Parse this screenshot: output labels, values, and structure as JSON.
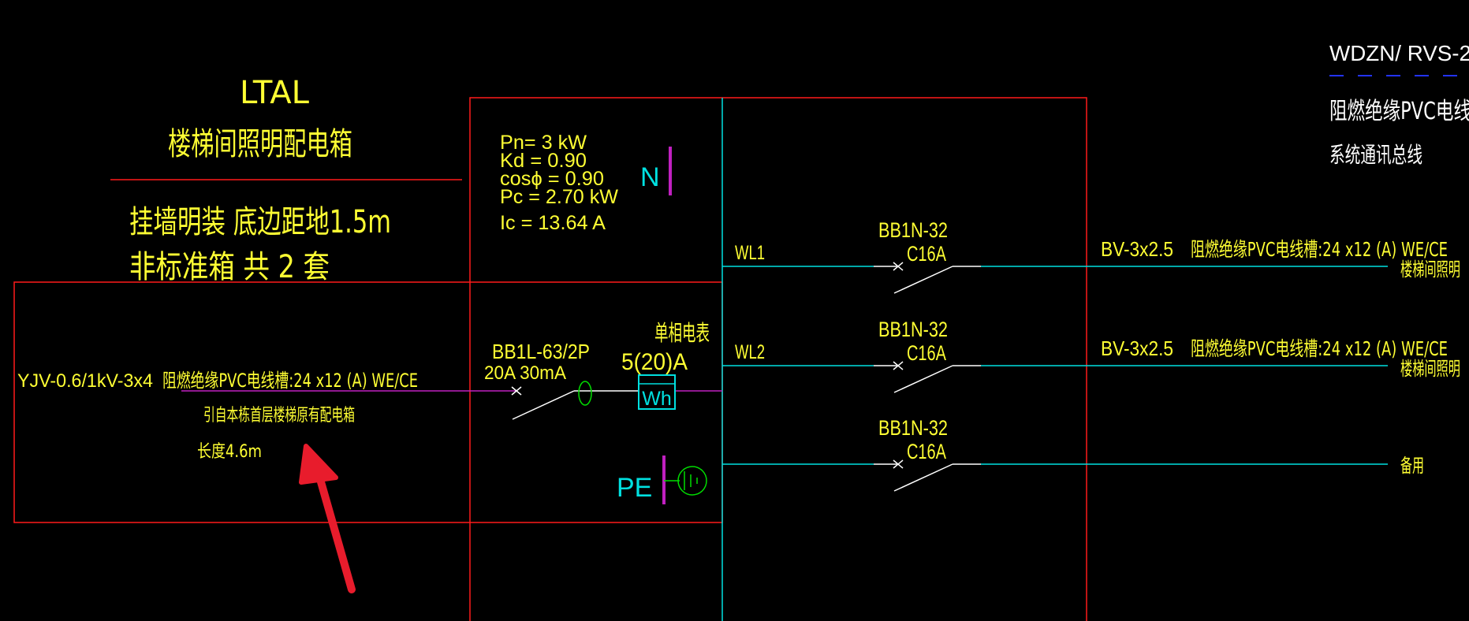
{
  "colors": {
    "background": "#000000",
    "frame_red": "#ff1a1a",
    "text_yellow": "#ffff33",
    "line_cyan": "#00e0e0",
    "line_magenta": "#c020c0",
    "line_white": "#ffffff",
    "text_green": "#00dd00",
    "legend_blue": "#2233ff",
    "arrow_red": "#e81c2c"
  },
  "title_block": {
    "box_id": "LTAL",
    "box_name": "楼梯间照明配电箱",
    "install_note": "挂墙明装 底边距地1.5m",
    "box_count": "非标准箱 共 2 套"
  },
  "load_params": {
    "pn": "Pn= 3 kW",
    "kd": "Kd = 0.90",
    "cos": "cosϕ = 0.90",
    "pc": "Pc = 2.70 kW",
    "ic": "Ic = 13.64 A"
  },
  "bus": {
    "n_label": "N",
    "pe_label": "PE"
  },
  "incoming": {
    "cable": "YJV-0.6/1kV-3x4",
    "tray": "阻燃绝缘PVC电线槽:24 x12 (A)  WE/CE",
    "source": "引自本栋首层楼梯原有配电箱",
    "length": "长度4.6m",
    "breaker_model": "BB1L-63/2P",
    "breaker_rating": "20A 30mA",
    "meter_name": "单相电表",
    "meter_rating": "5(20)A",
    "meter_symbol": "Wh"
  },
  "circuits": [
    {
      "id": "WL1",
      "breaker": "BB1N-32",
      "rating": "C16A",
      "cable": "BV-3x2.5",
      "tray": "阻燃绝缘PVC电线槽:24 x12 (A)  WE/CE",
      "load": "楼梯间照明"
    },
    {
      "id": "WL2",
      "breaker": "BB1N-32",
      "rating": "C16A",
      "cable": "BV-3x2.5",
      "tray": "阻燃绝缘PVC电线槽:24 x12 (A)  WE/CE",
      "load": "楼梯间照明"
    },
    {
      "id": "",
      "breaker": "BB1N-32",
      "rating": "C16A",
      "cable": "",
      "tray": "",
      "load": "备用"
    }
  ],
  "legend": {
    "line1": "WDZN/ RVS-2",
    "line2": "阻燃绝缘PVC电线",
    "line3": "系统通讯总线"
  }
}
